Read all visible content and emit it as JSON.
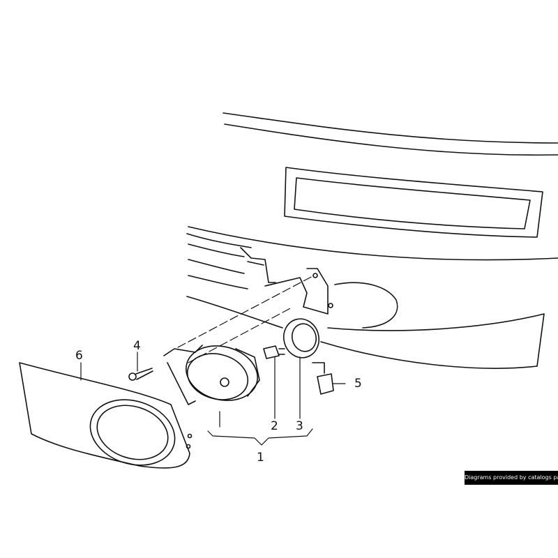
{
  "diagram": {
    "callouts": [
      {
        "id": "1",
        "label": "1"
      },
      {
        "id": "2",
        "label": "2"
      },
      {
        "id": "3",
        "label": "3"
      },
      {
        "id": "4",
        "label": "4"
      },
      {
        "id": "5",
        "label": "5"
      },
      {
        "id": "6",
        "label": "6"
      }
    ]
  },
  "badge": {
    "text": "Diagrams provided by catalogs parts",
    "background": "#000000",
    "color": "#ffffff"
  }
}
